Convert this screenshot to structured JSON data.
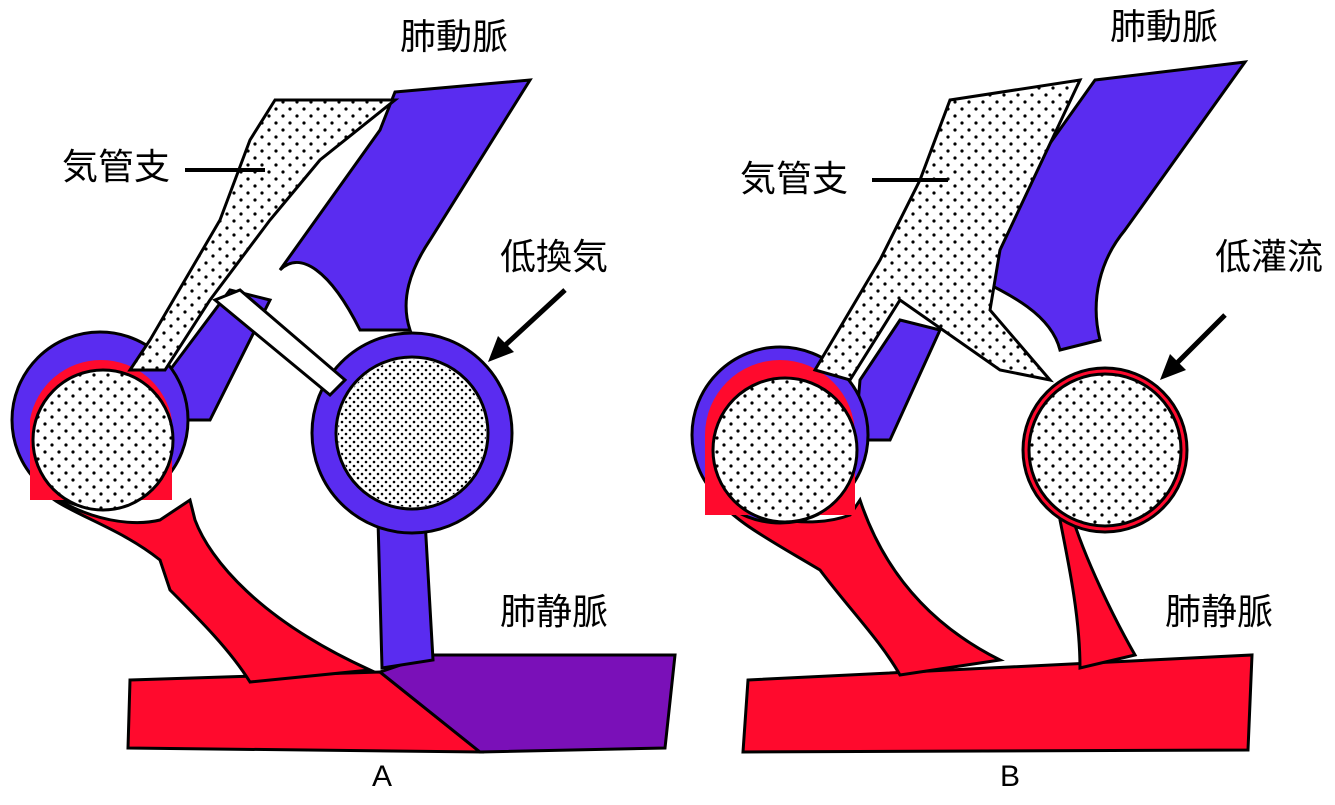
{
  "colors": {
    "venous_blue": "#5a2cf0",
    "arterial_red": "#ff0a2d",
    "mixed_purple": "#7a10b8",
    "outline": "#000000",
    "background": "#ffffff"
  },
  "panel_a": {
    "label_pulmonary_artery": "肺動脈",
    "label_bronchus": "気管支",
    "label_condition": "低換気",
    "label_pulmonary_vein": "肺静脈",
    "panel_letter": "A"
  },
  "panel_b": {
    "label_pulmonary_artery": "肺動脈",
    "label_bronchus": "気管支",
    "label_condition": "低灌流",
    "label_pulmonary_vein": "肺静脈",
    "panel_letter": "B"
  }
}
